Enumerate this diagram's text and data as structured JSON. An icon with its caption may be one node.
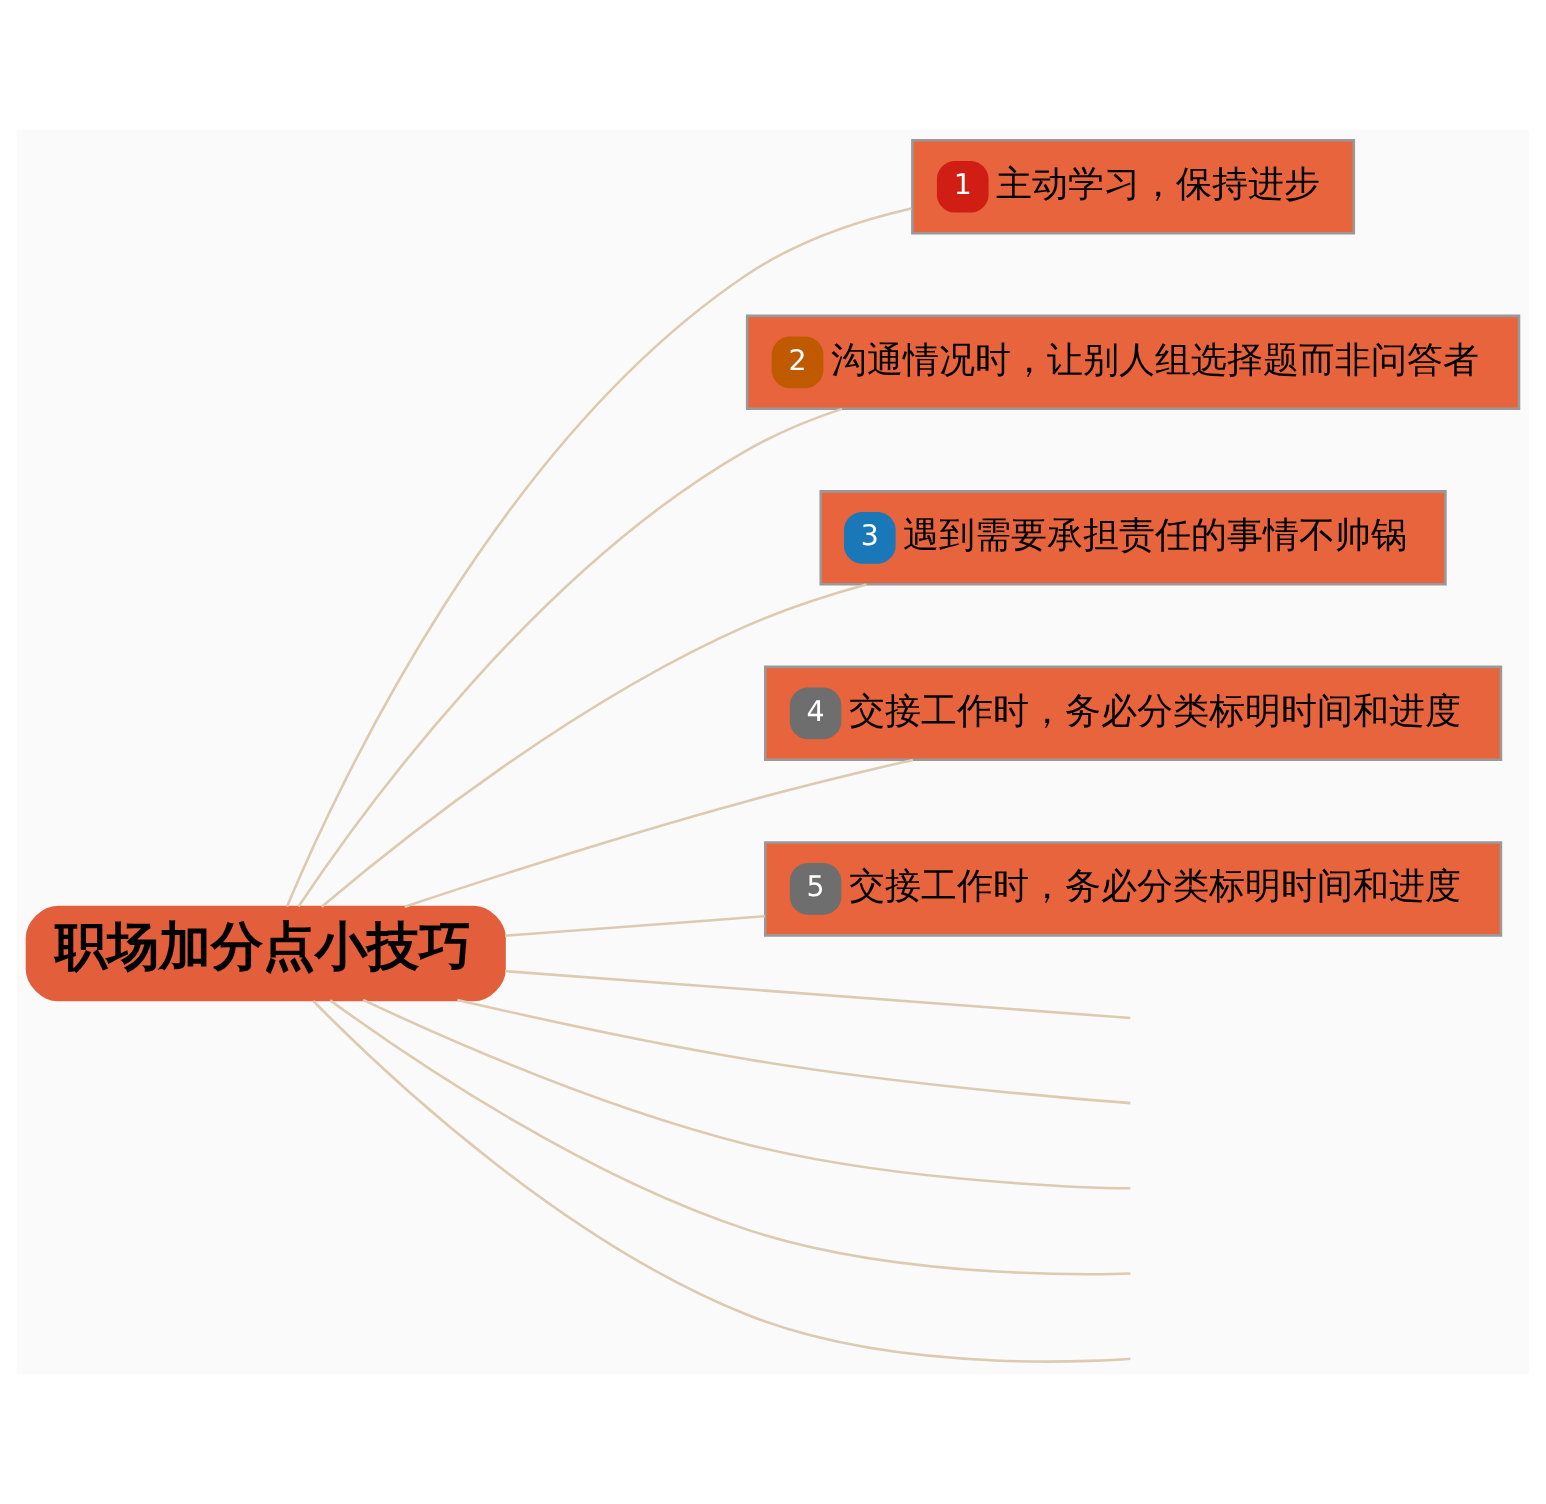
{
  "diagram": {
    "nodes": [
      {
        "text": [
          "职场加分点小技巧"
        ]
      },
      {
        "text": [
          "1",
          "主动学习，保持进步"
        ]
      },
      {
        "text": [
          "2",
          "沟通情况时，让别人组选择题而非问答者"
        ]
      },
      {
        "text": [
          "3",
          "遇到需要承担责任的事情不帅锅"
        ]
      },
      {
        "text": [
          "4",
          "交接工作时，务必分类标明时间和进度"
        ]
      },
      {
        "text": [
          "5",
          "交接工作时，务必分类标明时间和进度"
        ]
      }
    ],
    "edges": [
      {
        "from": 0,
        "to": 1,
        "arrow": "none"
      },
      {
        "from": 0,
        "to": 2,
        "arrow": "none"
      },
      {
        "from": 0,
        "to": 3,
        "arrow": "none"
      },
      {
        "from": 0,
        "to": 4,
        "arrow": "none"
      },
      {
        "from": 0,
        "to": 5,
        "arrow": "none"
      },
      {
        "from": 0,
        "to": null,
        "arrow": "none"
      },
      {
        "from": 0,
        "to": null,
        "arrow": "none"
      },
      {
        "from": 0,
        "to": null,
        "arrow": "none"
      },
      {
        "from": 0,
        "to": null,
        "arrow": "none"
      },
      {
        "from": 0,
        "to": null,
        "arrow": "none"
      }
    ]
  }
}
